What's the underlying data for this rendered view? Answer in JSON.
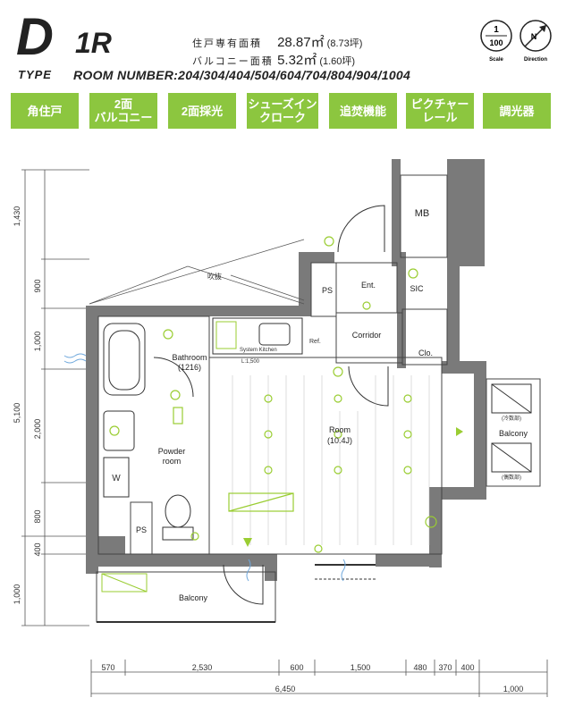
{
  "header": {
    "type_letter": "D",
    "type_word": "TYPE",
    "layout_name": "1R",
    "room_number_text": "ROOM NUMBER:204/304/404/504/604/704/804/904/1004"
  },
  "areas": [
    {
      "label": "住戸専有面積",
      "value": "28.87㎡",
      "tsubo": "(8.73坪)"
    },
    {
      "label": "バルコニー面積",
      "value": "5.32㎡",
      "tsubo": "(1.60坪)"
    }
  ],
  "scale_badge": {
    "top": "1",
    "bottom": "100",
    "caption": "Scale"
  },
  "direction_badge": {
    "letter": "N",
    "caption": "Direction"
  },
  "features": [
    {
      "label": "角住戸"
    },
    {
      "label": "2面\nバルコニー"
    },
    {
      "label": "2面採光"
    },
    {
      "label": "シューズイン\nクローク"
    },
    {
      "label": "追焚機能"
    },
    {
      "label": "ピクチャー\nレール"
    },
    {
      "label": "調光器"
    }
  ],
  "colors": {
    "accent_green": "#8cc63f",
    "wall": "#6b6b6b",
    "line": "#333333",
    "equip": "#9acd32"
  },
  "rooms": {
    "room": "Room",
    "room_size": "(10.4J)",
    "bathroom": "Bathroom",
    "bathroom_size": "(1216)",
    "powder": "Powder",
    "powder2": "room",
    "corridor": "Corridor",
    "ent": "Ent.",
    "sic": "SIC",
    "clo": "Clo.",
    "mb": "MB",
    "ps_upper": "PS",
    "ps_lower": "PS",
    "balcony_bottom": "Balcony",
    "balcony_right": "Balcony",
    "washer": "W",
    "kitchen": "System Kitchen",
    "ref": "Ref.",
    "kitchen_len": "L:1,500",
    "void": "吹抜",
    "outdoor_unit_1": "(冷数部)",
    "outdoor_unit_2": "(偶数部)"
  },
  "dimensions": {
    "left": [
      "1,430",
      "900",
      "1,000",
      "5,100",
      "2,000",
      "800",
      "400",
      "1,000"
    ],
    "bottom": [
      "570",
      "2,530",
      "600",
      "1,500",
      "480",
      "370",
      "400"
    ],
    "total": "6,450",
    "extra": "1,000"
  }
}
